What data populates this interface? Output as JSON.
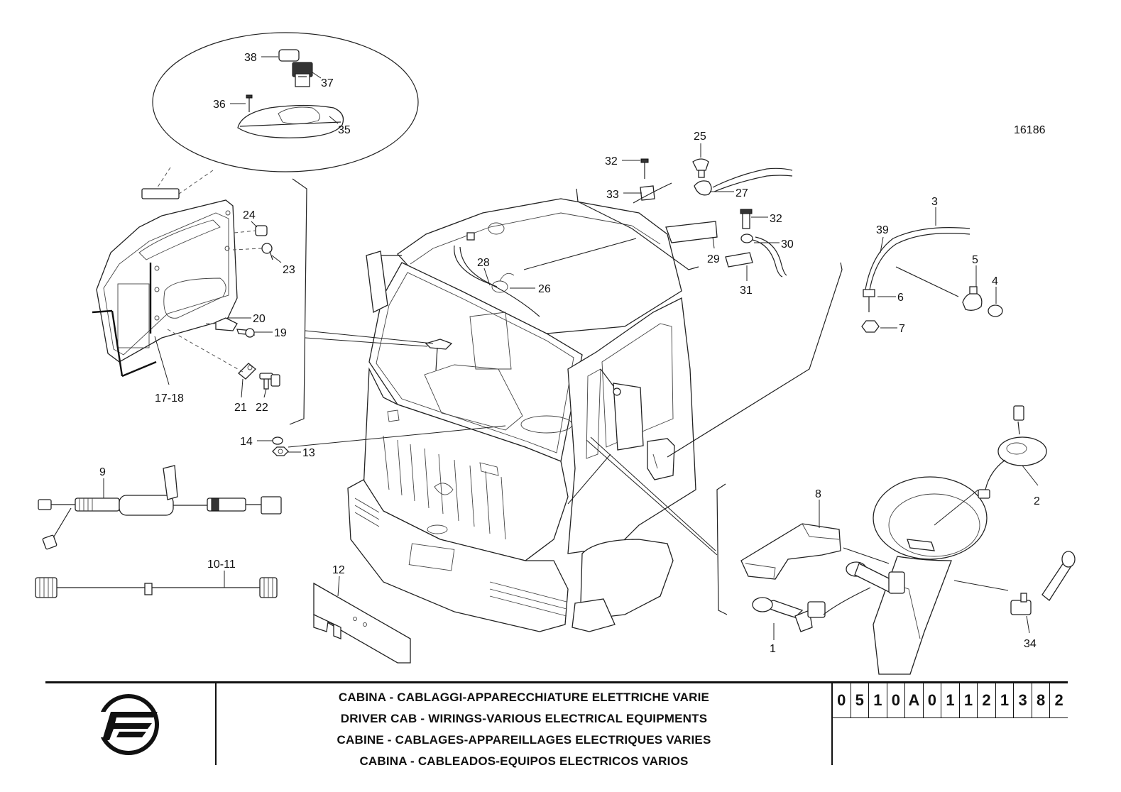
{
  "drawing": {
    "reference_number": "16186",
    "callouts": [
      "1",
      "2",
      "3",
      "4",
      "5",
      "6",
      "7",
      "8",
      "9",
      "10-11",
      "12",
      "13",
      "14",
      "17-18",
      "19",
      "20",
      "21",
      "22",
      "23",
      "24",
      "25",
      "26",
      "27",
      "28",
      "29",
      "30",
      "31",
      "32",
      "32",
      "33",
      "34",
      "35",
      "36",
      "37",
      "38",
      "39"
    ]
  },
  "title_block": {
    "titles": [
      "CABINA - CABLAGGI-APPARECCHIATURE ELETTRICHE VARIE",
      "DRIVER CAB - WIRINGS-VARIOUS ELECTRICAL EQUIPMENTS",
      "CABINE - CABLAGES-APPAREILLAGES ELECTRIQUES VARIES",
      "CABINA - CABLEADOS-EQUIPOS ELECTRICOS VARIOS"
    ],
    "code": [
      "0",
      "5",
      "1",
      "0",
      "A",
      "0",
      "1",
      "1",
      "2",
      "1",
      "3",
      "8",
      "2"
    ]
  }
}
